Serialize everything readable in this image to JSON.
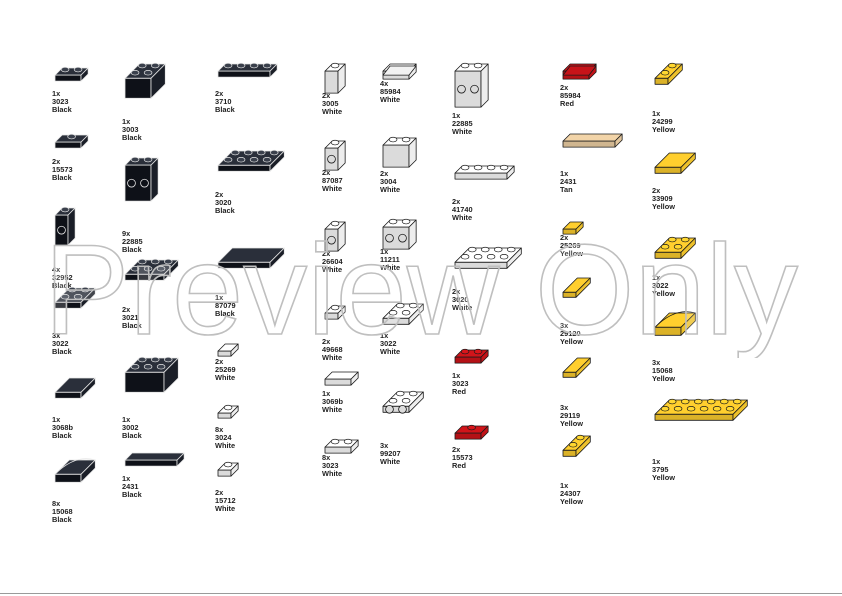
{
  "watermark": "Preview Only",
  "colors": {
    "Black": "#161a22",
    "White": "#ffffff",
    "Red": "#d1141a",
    "Tan": "#f2d4a8",
    "Yellow": "#ffcf2e"
  },
  "parts": [
    {
      "qty": "1x",
      "id": "3023",
      "color": "Black",
      "shape": "plate",
      "w": 2,
      "h": 1,
      "thick": 6
    },
    {
      "qty": "2x",
      "id": "15573",
      "color": "Black",
      "shape": "jumper",
      "w": 2,
      "h": 1,
      "thick": 6
    },
    {
      "qty": "4x",
      "id": "32952",
      "color": "Black",
      "shape": "brick-side",
      "w": 1,
      "h": 1,
      "thick": 30
    },
    {
      "qty": "3x",
      "id": "3022",
      "color": "Black",
      "shape": "plate",
      "w": 2,
      "h": 2,
      "thick": 6
    },
    {
      "qty": "1x",
      "id": "3068b",
      "color": "Black",
      "shape": "tile",
      "w": 2,
      "h": 2,
      "thick": 6
    },
    {
      "qty": "8x",
      "id": "15068",
      "color": "Black",
      "shape": "curve",
      "w": 2,
      "h": 2,
      "thick": 8
    },
    {
      "qty": "1x",
      "id": "3003",
      "color": "Black",
      "shape": "brick",
      "w": 2,
      "h": 2,
      "thick": 20
    },
    {
      "qty": "9x",
      "id": "22885",
      "color": "Black",
      "shape": "brick-side",
      "w": 2,
      "h": 1,
      "thick": 36
    },
    {
      "qty": "2x",
      "id": "3021",
      "color": "Black",
      "shape": "plate",
      "w": 3,
      "h": 2,
      "thick": 6
    },
    {
      "qty": "1x",
      "id": "3002",
      "color": "Black",
      "shape": "brick",
      "w": 3,
      "h": 2,
      "thick": 20
    },
    {
      "qty": "1x",
      "id": "2431",
      "color": "Black",
      "shape": "tile",
      "w": 4,
      "h": 1,
      "thick": 6
    },
    {
      "qty": "2x",
      "id": "3710",
      "color": "Black",
      "shape": "plate",
      "w": 4,
      "h": 1,
      "thick": 6
    },
    {
      "qty": "2x",
      "id": "3020",
      "color": "Black",
      "shape": "plate",
      "w": 4,
      "h": 2,
      "thick": 6
    },
    {
      "qty": "1x",
      "id": "87079",
      "color": "Black",
      "shape": "tile",
      "w": 4,
      "h": 2,
      "thick": 6
    },
    {
      "qty": "2x",
      "id": "25269",
      "color": "White",
      "shape": "quarter",
      "w": 1,
      "h": 1,
      "thick": 5
    },
    {
      "qty": "8x",
      "id": "3024",
      "color": "White",
      "shape": "plate",
      "w": 1,
      "h": 1,
      "thick": 5
    },
    {
      "qty": "2x",
      "id": "15712",
      "color": "White",
      "shape": "clip",
      "w": 1,
      "h": 1,
      "thick": 6
    },
    {
      "qty": "2x",
      "id": "3005",
      "color": "White",
      "shape": "brick",
      "w": 1,
      "h": 1,
      "thick": 22
    },
    {
      "qty": "2x",
      "id": "87087",
      "color": "White",
      "shape": "brick-side",
      "w": 1,
      "h": 1,
      "thick": 22
    },
    {
      "qty": "2x",
      "id": "26604",
      "color": "White",
      "shape": "brick-side",
      "w": 1,
      "h": 1,
      "thick": 22
    },
    {
      "qty": "2x",
      "id": "49668",
      "color": "White",
      "shape": "tooth",
      "w": 1,
      "h": 1,
      "thick": 6
    },
    {
      "qty": "1x",
      "id": "3069b",
      "color": "White",
      "shape": "tile",
      "w": 2,
      "h": 1,
      "thick": 6
    },
    {
      "qty": "8x",
      "id": "3023",
      "color": "White",
      "shape": "plate",
      "w": 2,
      "h": 1,
      "thick": 6
    },
    {
      "qty": "4x",
      "id": "85984",
      "color": "White",
      "shape": "slope",
      "w": 2,
      "h": 1,
      "thick": 8
    },
    {
      "qty": "2x",
      "id": "3004",
      "color": "White",
      "shape": "brick",
      "w": 2,
      "h": 1,
      "thick": 22
    },
    {
      "qty": "1x",
      "id": "11211",
      "color": "White",
      "shape": "brick-side",
      "w": 2,
      "h": 1,
      "thick": 22
    },
    {
      "qty": "1x",
      "id": "3022",
      "color": "White",
      "shape": "plate",
      "w": 2,
      "h": 2,
      "thick": 6
    },
    {
      "qty": "3x",
      "id": "99207",
      "color": "White",
      "shape": "bracket",
      "w": 2,
      "h": 2,
      "thick": 6
    },
    {
      "qty": "1x",
      "id": "22885",
      "color": "White",
      "shape": "brick-side",
      "w": 2,
      "h": 1,
      "thick": 36
    },
    {
      "qty": "2x",
      "id": "41740",
      "color": "White",
      "shape": "plate",
      "w": 4,
      "h": 1,
      "thick": 6
    },
    {
      "qty": "2x",
      "id": "3020",
      "color": "White",
      "shape": "plate",
      "w": 4,
      "h": 2,
      "thick": 6
    },
    {
      "qty": "1x",
      "id": "3023",
      "color": "Red",
      "shape": "plate",
      "w": 2,
      "h": 1,
      "thick": 6
    },
    {
      "qty": "2x",
      "id": "15573",
      "color": "Red",
      "shape": "jumper",
      "w": 2,
      "h": 1,
      "thick": 6
    },
    {
      "qty": "2x",
      "id": "85984",
      "color": "Red",
      "shape": "slope",
      "w": 2,
      "h": 1,
      "thick": 8
    },
    {
      "qty": "1x",
      "id": "2431",
      "color": "Tan",
      "shape": "tile",
      "w": 4,
      "h": 1,
      "thick": 6
    },
    {
      "qty": "2x",
      "id": "25269",
      "color": "Yellow",
      "shape": "quarter",
      "w": 1,
      "h": 1,
      "thick": 5
    },
    {
      "qty": "3x",
      "id": "29120",
      "color": "Yellow",
      "shape": "wedge",
      "w": 1,
      "h": 2,
      "thick": 5
    },
    {
      "qty": "3x",
      "id": "29119",
      "color": "Yellow",
      "shape": "wedge",
      "w": 1,
      "h": 2,
      "thick": 5
    },
    {
      "qty": "1x",
      "id": "24307",
      "color": "Yellow",
      "shape": "wing",
      "w": 1,
      "h": 2,
      "thick": 6
    },
    {
      "qty": "1x",
      "id": "24299",
      "color": "Yellow",
      "shape": "wing",
      "w": 1,
      "h": 2,
      "thick": 6
    },
    {
      "qty": "2x",
      "id": "33909",
      "color": "Yellow",
      "shape": "tile",
      "w": 2,
      "h": 2,
      "thick": 6
    },
    {
      "qty": "1x",
      "id": "3022",
      "color": "Yellow",
      "shape": "plate",
      "w": 2,
      "h": 2,
      "thick": 6
    },
    {
      "qty": "3x",
      "id": "15068",
      "color": "Yellow",
      "shape": "curve",
      "w": 2,
      "h": 2,
      "thick": 8
    },
    {
      "qty": "1x",
      "id": "3795",
      "color": "Yellow",
      "shape": "plate",
      "w": 6,
      "h": 2,
      "thick": 6
    }
  ]
}
